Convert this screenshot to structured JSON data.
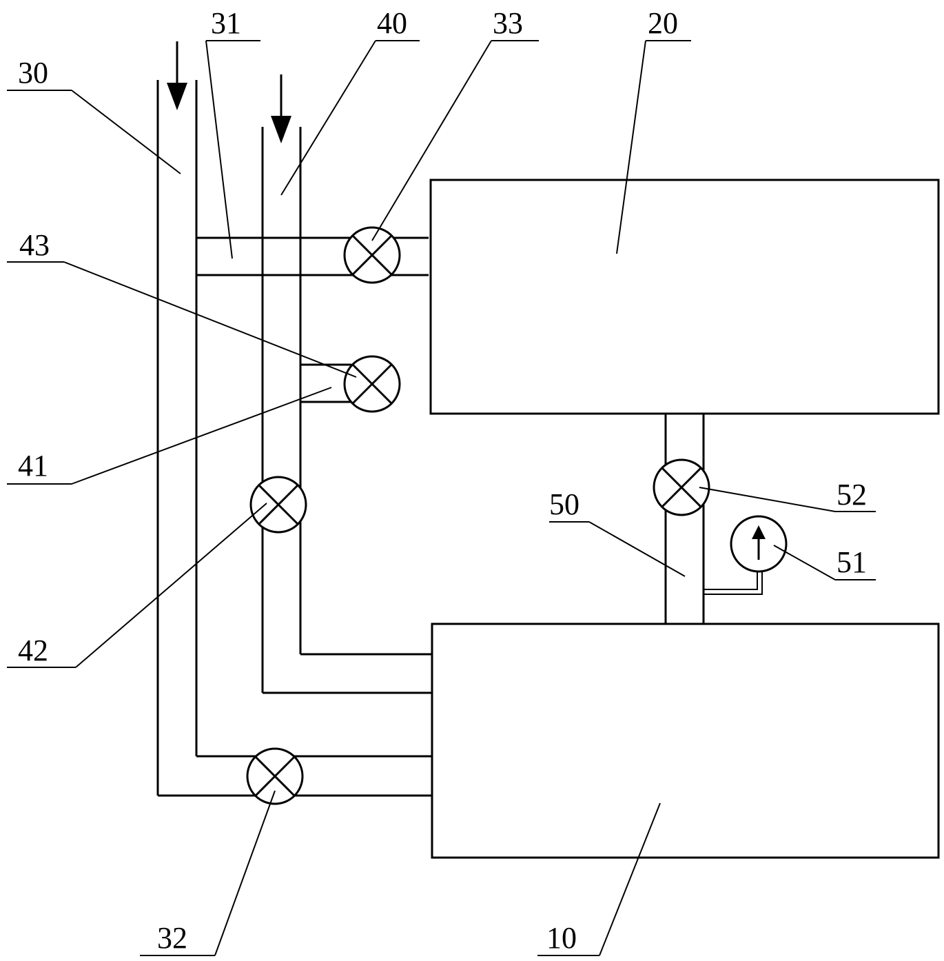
{
  "labels": {
    "l10": "10",
    "l20": "20",
    "l30": "30",
    "l31": "31",
    "l32": "32",
    "l33": "33",
    "l40": "40",
    "l41": "41",
    "l42": "42",
    "l43": "43",
    "l50": "50",
    "l51": "51",
    "l52": "52"
  },
  "colors": {
    "line": "#000000",
    "background": "#ffffff"
  },
  "icons": {
    "valve": "circle-with-x-valve-icon",
    "gauge": "pressure-gauge-icon",
    "flow": "down-arrow-icon"
  }
}
